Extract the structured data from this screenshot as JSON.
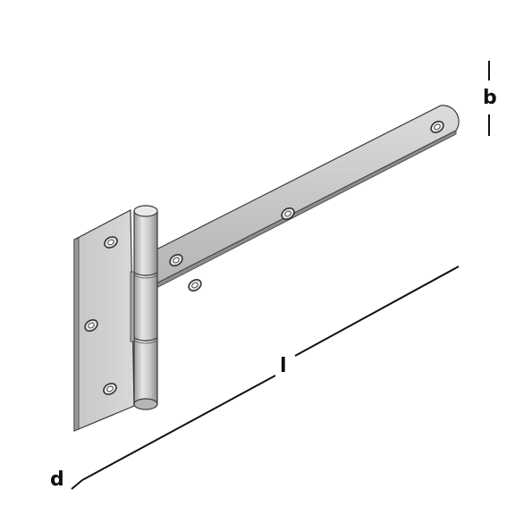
{
  "labels": {
    "b": "b",
    "l": "l",
    "d": "d"
  },
  "colors": {
    "metal_light": "#d2d2d2",
    "metal_mid": "#b9b9b9",
    "metal_dark": "#8c8c8c",
    "outline": "#333333",
    "dimension": "#111111"
  },
  "icons": [
    "t-hinge-illustration",
    "screw-hole-icon",
    "hinge-knuckle-icon"
  ]
}
